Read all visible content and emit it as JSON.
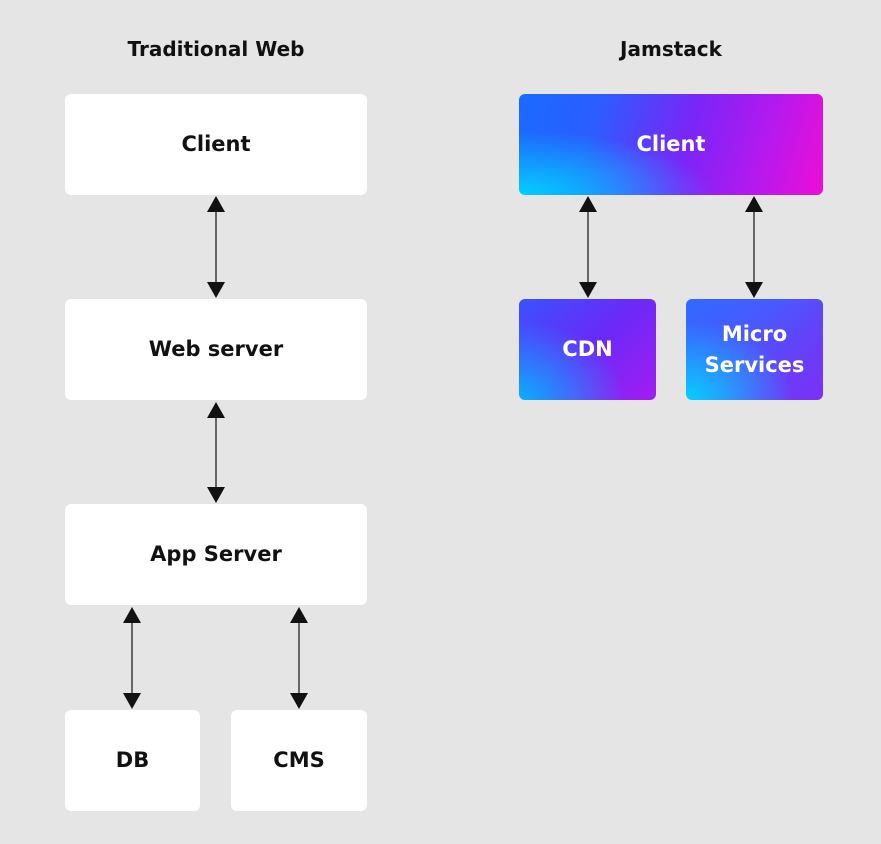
{
  "traditional": {
    "title": "Traditional Web",
    "client": "Client",
    "web_server": "Web server",
    "app_server": "App Server",
    "db": "DB",
    "cms": "CMS"
  },
  "jamstack": {
    "title": "Jamstack",
    "client": "Client",
    "cdn": "CDN",
    "micro_services_line1": "Micro",
    "micro_services_line2": "Services"
  },
  "colors": {
    "background": "#e5e5e5",
    "plain_box": "#ffffff",
    "text_dark": "#111111",
    "text_light": "#ffffff",
    "arrow": "#111111",
    "gradient_cyan": "#00d4ff",
    "gradient_blue": "#2b5dff",
    "gradient_purple": "#9b1ff5",
    "gradient_magenta": "#ee0ed5"
  }
}
